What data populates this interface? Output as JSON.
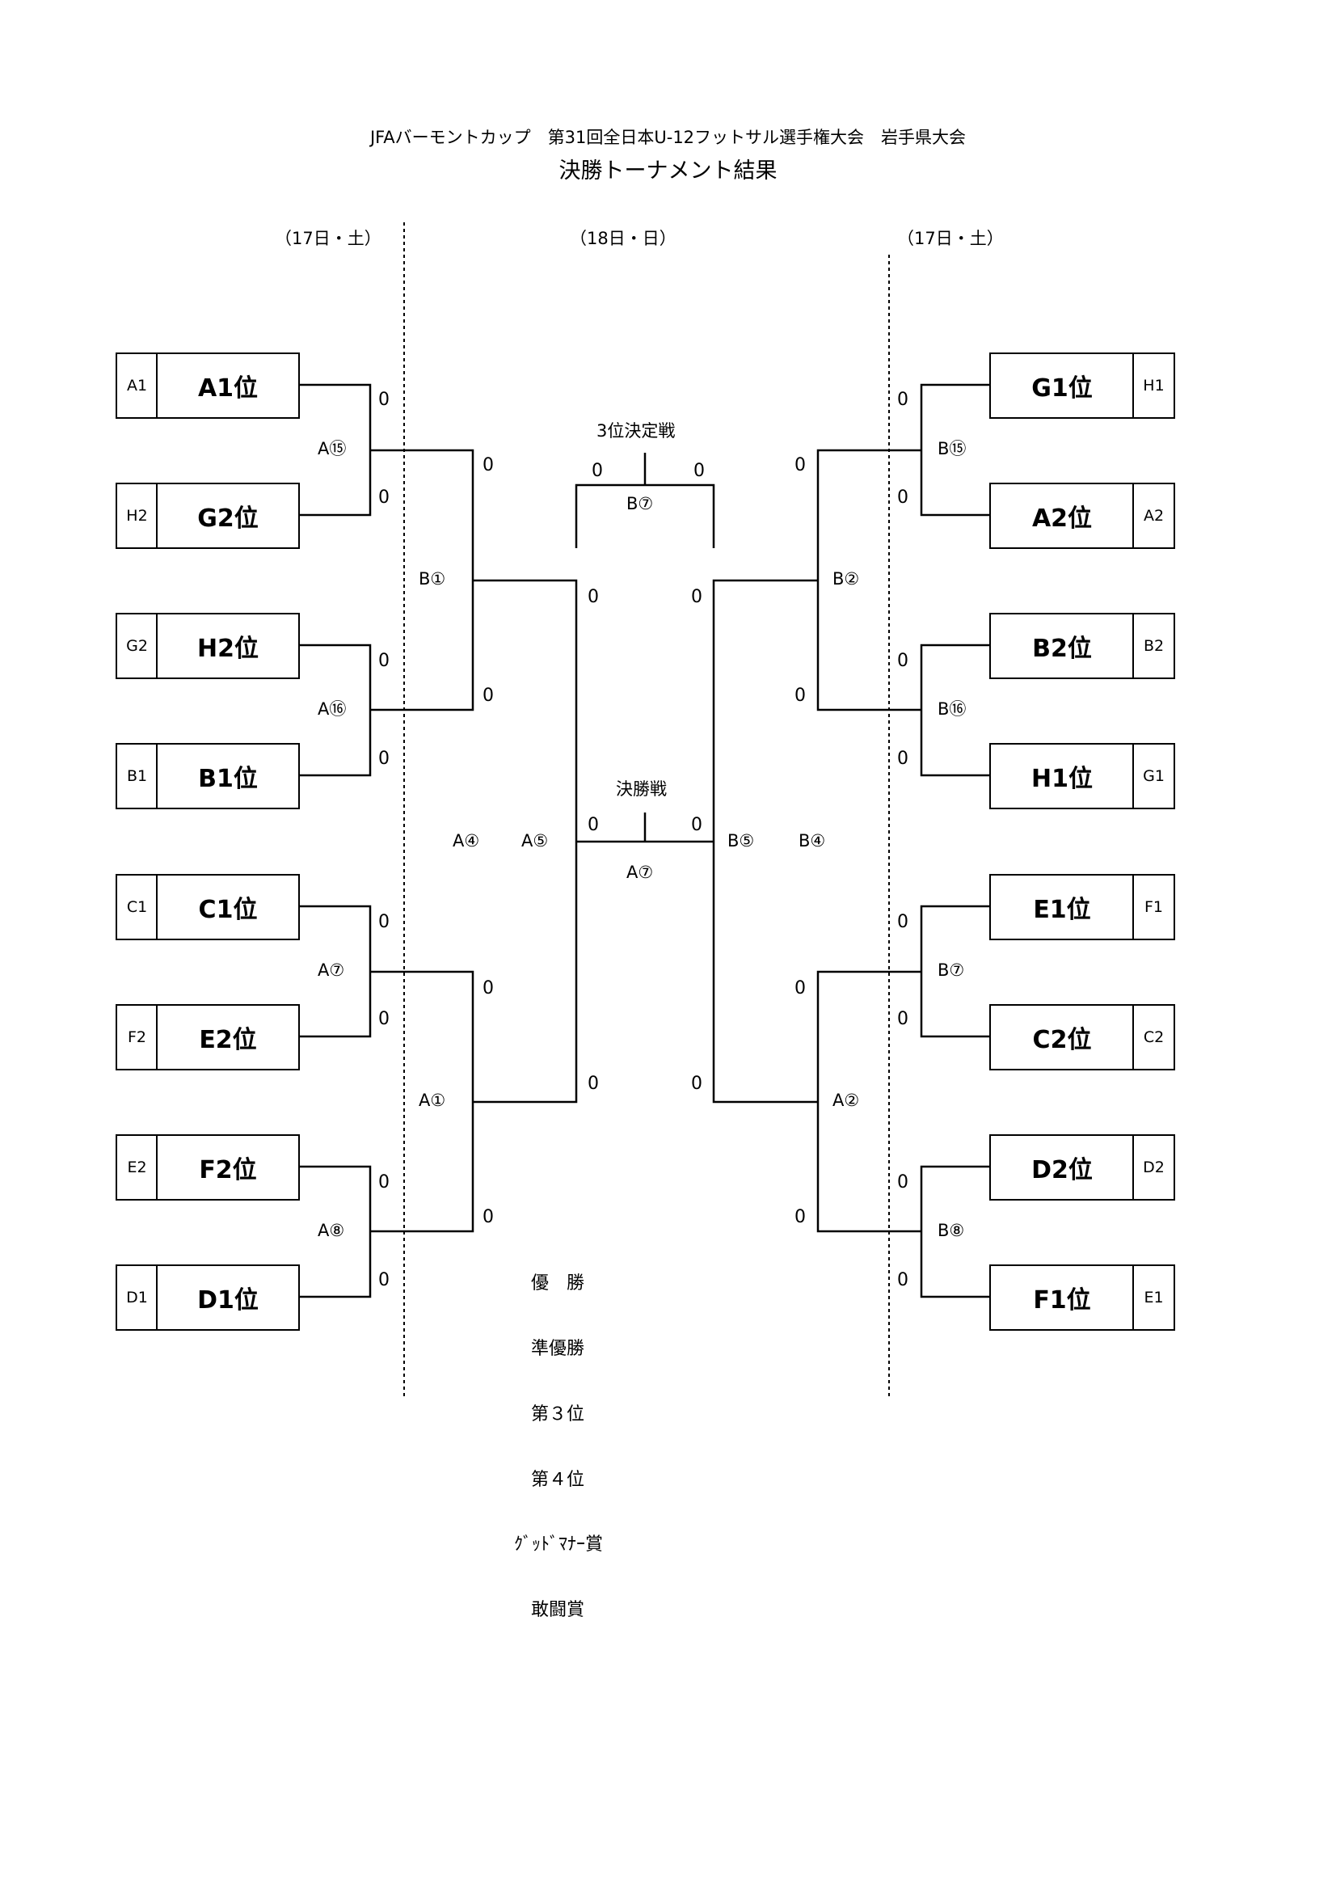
{
  "header": {
    "title": "JFAバーモントカップ　第31回全日本U-12フットサル選手権大会　岩手県大会",
    "subtitle": "決勝トーナメント結果"
  },
  "days": {
    "left": "（17日・土）",
    "center": "（18日・日）",
    "right": "（17日・土）"
  },
  "left_teams": [
    {
      "seed": "A1",
      "name": "A1位"
    },
    {
      "seed": "H2",
      "name": "G2位"
    },
    {
      "seed": "G2",
      "name": "H2位"
    },
    {
      "seed": "B1",
      "name": "B1位"
    },
    {
      "seed": "C1",
      "name": "C1位"
    },
    {
      "seed": "F2",
      "name": "E2位"
    },
    {
      "seed": "E2",
      "name": "F2位"
    },
    {
      "seed": "D1",
      "name": "D1位"
    }
  ],
  "right_teams": [
    {
      "seed": "H1",
      "name": "G1位"
    },
    {
      "seed": "A2",
      "name": "A2位"
    },
    {
      "seed": "B2",
      "name": "B2位"
    },
    {
      "seed": "G1",
      "name": "H1位"
    },
    {
      "seed": "F1",
      "name": "E1位"
    },
    {
      "seed": "C2",
      "name": "C2位"
    },
    {
      "seed": "D2",
      "name": "D2位"
    },
    {
      "seed": "E1",
      "name": "F1位"
    }
  ],
  "match_codes": {
    "l1": "A⑮",
    "l2": "A⑯",
    "l3": "A⑦",
    "l4": "A⑧",
    "lq1": "B①",
    "lq2": "A①",
    "r1": "B⑮",
    "r2": "B⑯",
    "r3": "B⑦",
    "r4": "B⑧",
    "rq1": "B②",
    "rq2": "A②",
    "semi_l1": "A④",
    "semi_l2": "A⑤",
    "semi_r1": "B⑤",
    "semi_r2": "B④",
    "third": "B⑦",
    "final": "A⑦"
  },
  "labels": {
    "third_place": "3位決定戦",
    "final": "決勝戦"
  },
  "score": "0",
  "results": {
    "champion": "優　勝",
    "runner_up": "準優勝",
    "third": "第３位",
    "fourth": "第４位",
    "good_manner": "ｸﾞｯﾄﾞﾏﾅｰ賞",
    "fighting_spirit": "敢闘賞"
  }
}
